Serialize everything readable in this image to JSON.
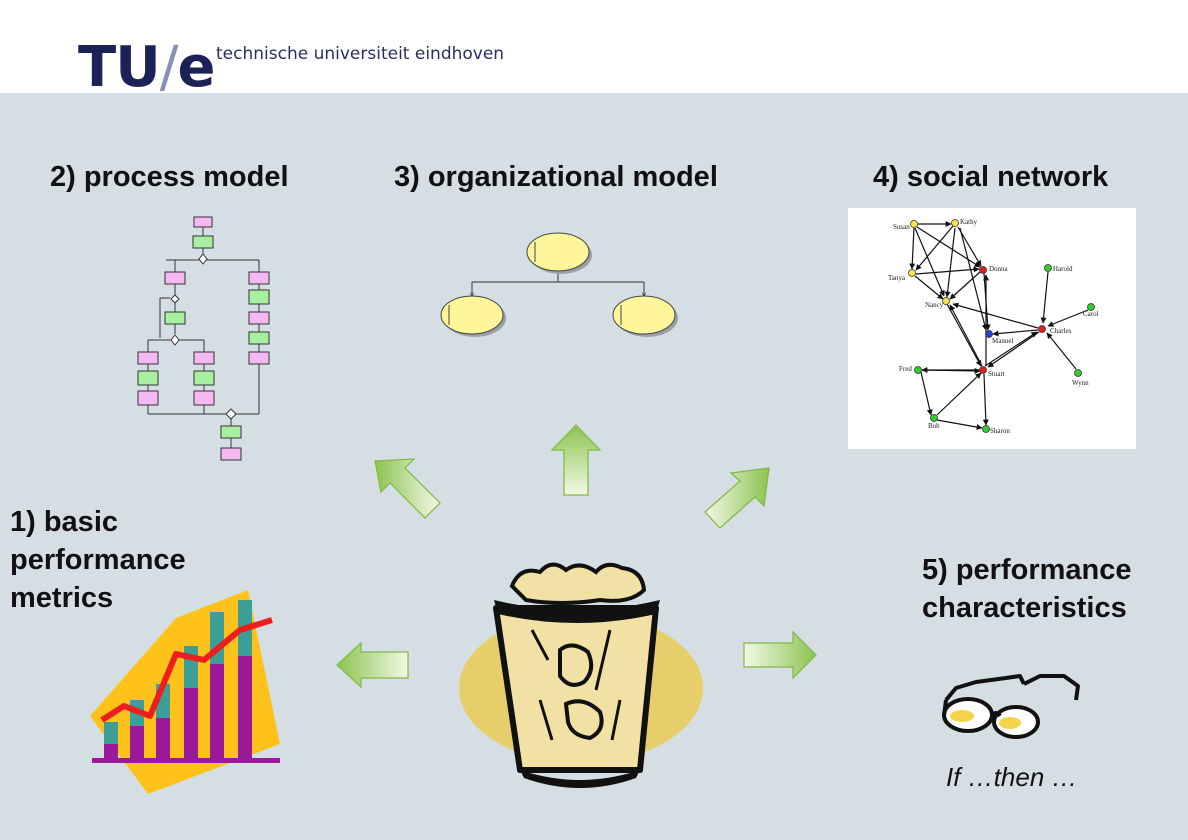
{
  "header": {
    "logo_text": "TU/e",
    "institution": "technische universiteit eindhoven"
  },
  "labels": {
    "process_model": "2) process model",
    "organizational_model": "3) organizational model",
    "social_network": "4) social network",
    "basic_performance": [
      "1) basic",
      "performance",
      "metrics"
    ],
    "performance_characteristics": [
      "5) performance",
      "characteristics"
    ],
    "if_then": "If …then …"
  },
  "social_network": {
    "nodes": [
      "Susan",
      "Kathy",
      "Donna",
      "Harold",
      "Tanya",
      "Nancy",
      "Carol",
      "Charles",
      "Manuel",
      "Fred",
      "Stuart",
      "Wynn",
      "Bob",
      "Sharon"
    ]
  },
  "icons": [
    "arrow-left-icon",
    "arrow-up-left-icon",
    "arrow-up-icon",
    "arrow-up-right-icon",
    "arrow-right-icon",
    "trash-can-icon",
    "bar-chart-icon",
    "glasses-icon"
  ],
  "colors": {
    "panel": "#d5dfe3",
    "logo": "#1c2157",
    "arrow_green": "#9ccc5a",
    "org_node": "#fff59a",
    "process_task": "#f5b8f0",
    "process_event": "#a8f0a0"
  }
}
